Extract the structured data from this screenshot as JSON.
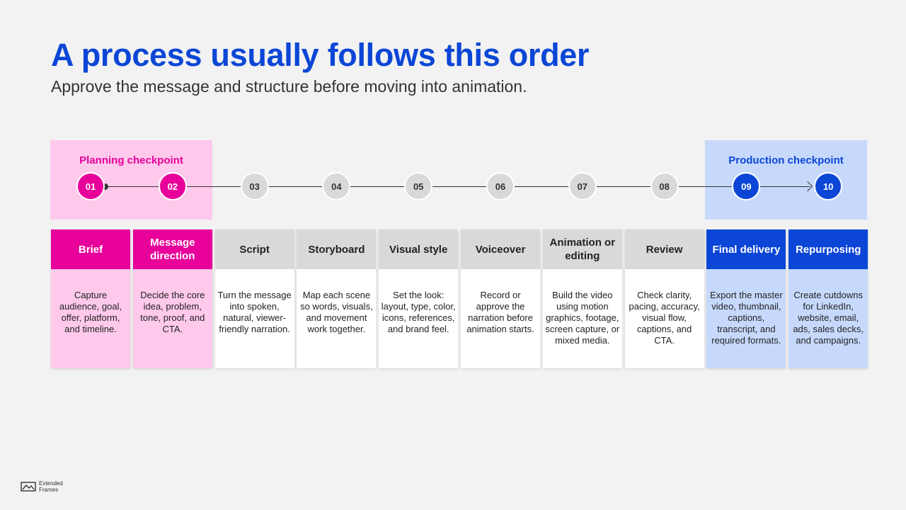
{
  "title": "A process usually follows this order",
  "subtitle": "Approve the message and structure before moving into animation.",
  "checkpoints": {
    "planning": "Planning checkpoint",
    "production": "Production checkpoint"
  },
  "colors": {
    "accent_pink": "#e8009a",
    "accent_blue": "#0b46d6",
    "pink_light": "#ffc9ec",
    "blue_light": "#c6d9fc",
    "grey": "#d9d9d9"
  },
  "steps": [
    {
      "num": "01",
      "title": "Brief",
      "desc": "Capture audience, goal, offer, platform, and timeline.",
      "phase": "pink"
    },
    {
      "num": "02",
      "title": "Message direction",
      "desc": "Decide the core idea, problem, tone, proof, and CTA.",
      "phase": "pink"
    },
    {
      "num": "03",
      "title": "Script",
      "desc": "Turn the message into spoken, natural, viewer-friendly narration.",
      "phase": "grey"
    },
    {
      "num": "04",
      "title": "Storyboard",
      "desc": "Map each scene so words, visuals, and movement work together.",
      "phase": "grey"
    },
    {
      "num": "05",
      "title": "Visual style",
      "desc": "Set the look: layout, type, color, icons, references, and brand feel.",
      "phase": "grey"
    },
    {
      "num": "06",
      "title": "Voiceover",
      "desc": "Record or approve the narration before animation starts.",
      "phase": "grey"
    },
    {
      "num": "07",
      "title": "Animation or editing",
      "desc": "Build the video using motion graphics, footage, screen capture, or mixed media.",
      "phase": "grey"
    },
    {
      "num": "08",
      "title": "Review",
      "desc": "Check clarity, pacing, accuracy, visual flow, captions, and CTA.",
      "phase": "grey"
    },
    {
      "num": "09",
      "title": "Final delivery",
      "desc": "Export the master video, thumbnail, captions, transcript, and required formats.",
      "phase": "blue"
    },
    {
      "num": "10",
      "title": "Repurposing",
      "desc": "Create cutdowns for LinkedIn, website, email, ads, sales decks, and campaigns.",
      "phase": "blue"
    }
  ],
  "logo": {
    "icon": "image-frame-icon",
    "line1": "Extended",
    "line2": "Frames"
  }
}
